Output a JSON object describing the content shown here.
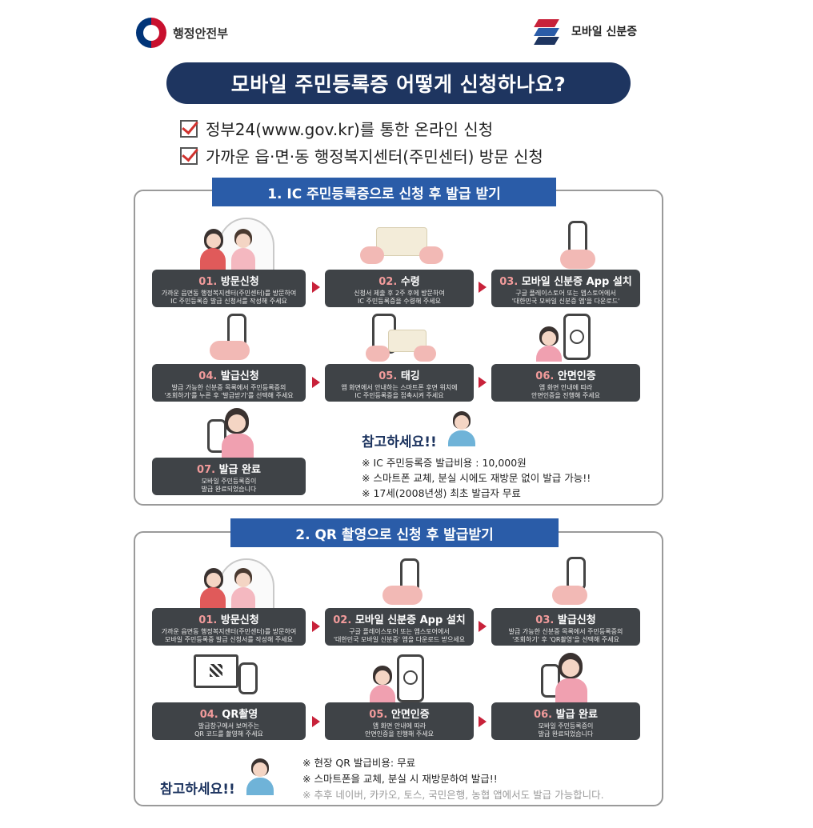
{
  "header": {
    "ministry": "행정안전부",
    "brand": "모바일 신분증"
  },
  "title": "모바일 주민등록증 어떻게 신청하나요?",
  "checks": [
    "정부24(www.gov.kr)를 통한 온라인 신청",
    "가까운 읍·면·동 행정복지센터(주민센터) 방문 신청"
  ],
  "section1": {
    "ribbon": "1. IC 주민등록증으로 신청 후 발급 받기",
    "steps": [
      {
        "num": "01.",
        "title": "방문신청",
        "desc": "가까운 읍면동 행정복지센터(주민센터)를 방문하여\nIC 주민등록증 발급 신청서를 작성해 주세요"
      },
      {
        "num": "02.",
        "title": "수령",
        "desc": "신청서 제출 후 2주 후에 방문하여\nIC 주민등록증을 수령해 주세요"
      },
      {
        "num": "03.",
        "title": "모바일 신분증 App 설치",
        "desc": "구글 플레이스토어 또는 앱스토어에서\n'대한민국 모바일 신분증 앱'을 다운로드'"
      },
      {
        "num": "04.",
        "title": "발급신청",
        "desc": "발급 가능한 신분증 목록에서 주민등록증의\n'조회하기'를 누른 후 '발급받기'를 선택해 주세요"
      },
      {
        "num": "05.",
        "title": "태깅",
        "desc": "앱 화면에서 안내하는 스마트폰 후면 위치에\nIC 주민등록증을 접촉시켜 주세요"
      },
      {
        "num": "06.",
        "title": "안면인증",
        "desc": "앱 화면 안내에 따라\n안면인증을 진행해 주세요"
      },
      {
        "num": "07.",
        "title": "발급 완료",
        "desc": "모바일 주민등록증이\n발급 완료되었습니다"
      }
    ],
    "note_title": "참고하세요!!",
    "notes": [
      "※ IC 주민등록증 발급비용 : 10,000원",
      "※ 스마트폰 교체, 분실 시에도 재방문 없이 발급 가능!!",
      "※ 17세(2008년생) 최초 발급자 무료"
    ]
  },
  "section2": {
    "ribbon": "2. QR 촬영으로 신청 후 발급받기",
    "steps": [
      {
        "num": "01.",
        "title": "방문신청",
        "desc": "가까운 읍면동 행정복지센터(주민센터)를 방문하여\n모바일 주민등록증 발급 신청서를 작성해 주세요"
      },
      {
        "num": "02.",
        "title": "모바일 신분증 App 설치",
        "desc": "구글 플레이스토어 또는 앱스토어에서\n'대한민국 모바일 신분증' 앱을 다운로드 받으세요"
      },
      {
        "num": "03.",
        "title": "발급신청",
        "desc": "발급 가능한 신분증 목록에서 주민등록증의\n'조회하기' 후 'QR촬영'을 선택해 주세요"
      },
      {
        "num": "04.",
        "title": "QR촬영",
        "desc": "발급창구에서 보여주는\nQR 코드를 촬영해 주세요"
      },
      {
        "num": "05.",
        "title": "안면인증",
        "desc": "앱 화면 안내에 따라\n안면인증을 진행해 주세요"
      },
      {
        "num": "06.",
        "title": "발급 완료",
        "desc": "모바일 주민등록증이\n발급 완료되었습니다"
      }
    ],
    "note_title": "참고하세요!!",
    "notes": [
      "※ 현장 QR 발급비용: 무료",
      "※ 스마트폰을 교체, 분실 시 재방문하여 발급!!",
      "※ 추후 네이버, 카카오, 토스, 국민은행, 농협 앱에서도 발급 가능합니다."
    ]
  },
  "colors": {
    "navy": "#1e3560",
    "ribbon": "#2a5ca8",
    "step_bg": "#3f4347",
    "arrow": "#c8223a"
  }
}
